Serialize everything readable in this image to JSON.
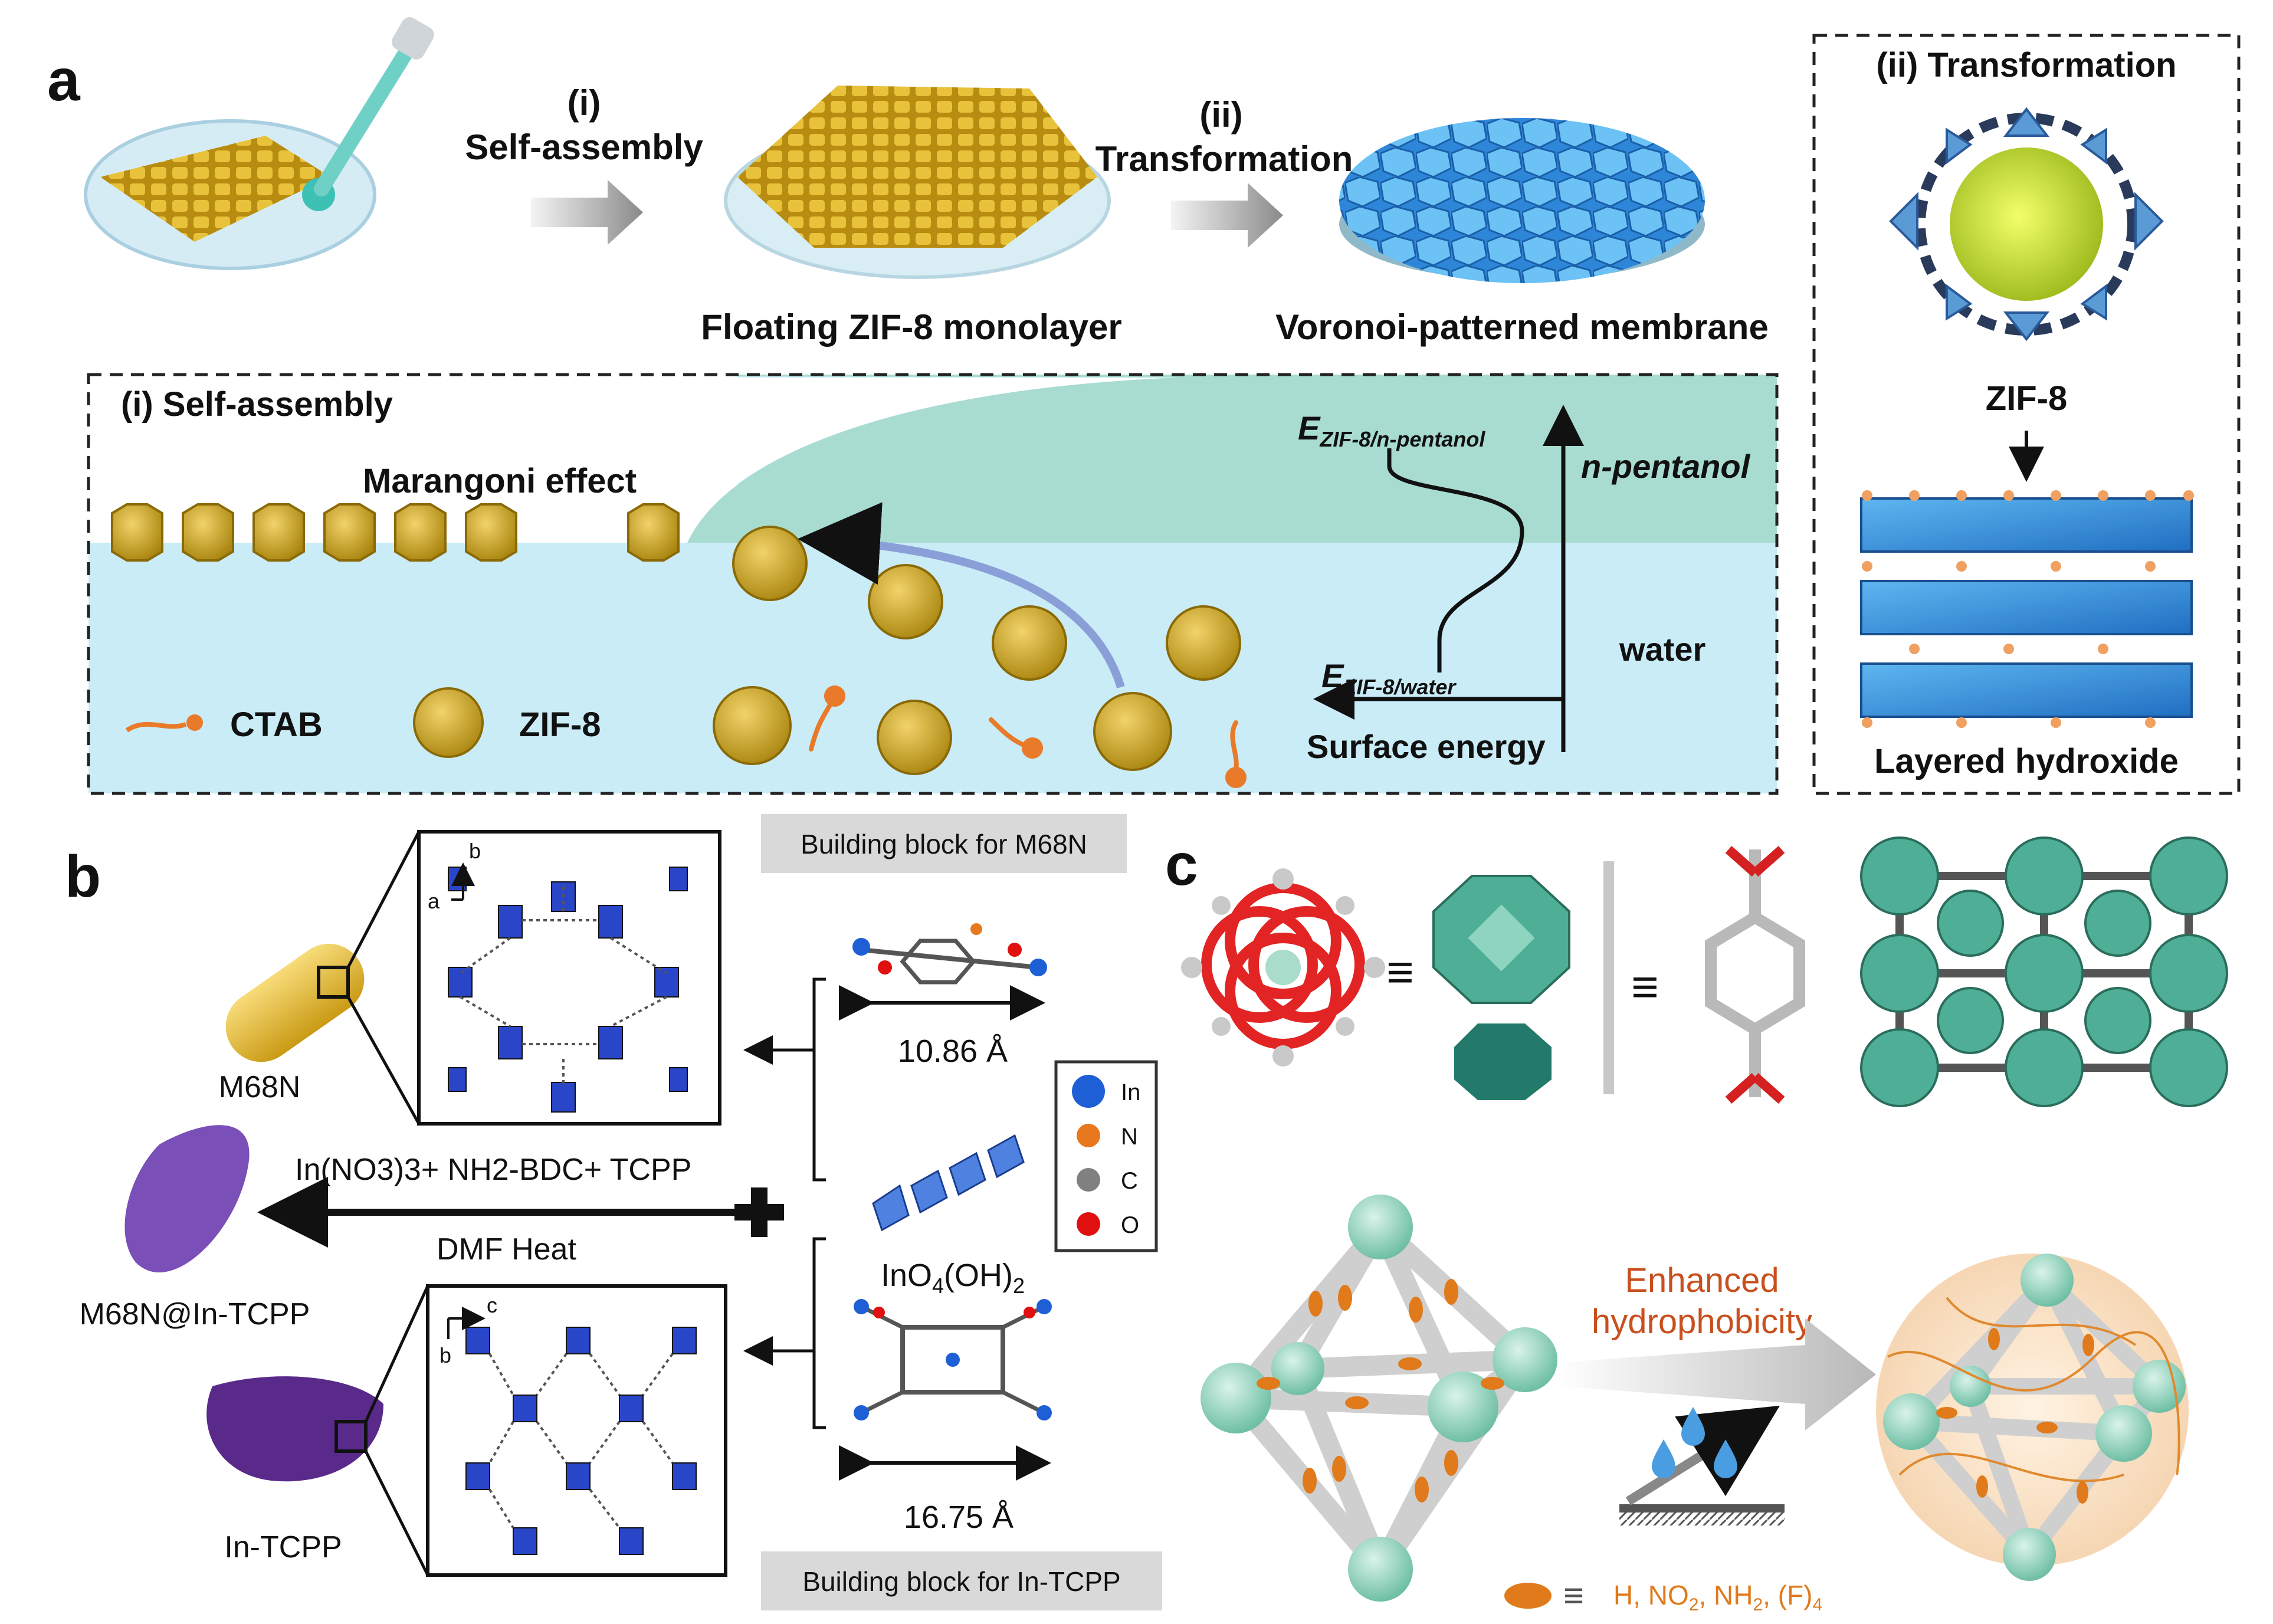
{
  "panel_a": {
    "letter": "a",
    "step1_num": "(i)",
    "step1_label": "Self-assembly",
    "step2_num": "(ii)",
    "step2_label": "Transformation",
    "caption_monolayer": "Floating ZIF-8 monolayer",
    "caption_membrane": "Voronoi-patterned membrane",
    "inset_title": "(i) Self-assembly",
    "marangoni": "Marangoni effect",
    "e_pentanol_main": "E",
    "e_pentanol_sub": "ZIF-8/n-pentanol",
    "e_water_main": "E",
    "e_water_sub": "ZIF-8/water",
    "pentanol_label": "n-pentanol",
    "water_label": "water",
    "surface_energy": "Surface energy",
    "legend_ctab": "CTAB",
    "legend_zif8": "ZIF-8",
    "right_title": "(ii) Transformation",
    "right_zif8": "ZIF-8",
    "right_hydroxide": "Layered hydroxide",
    "colors": {
      "gold": "#d4a017",
      "blue": "#3b82d6",
      "water": "#c9ecf7",
      "pentanol": "#a8dcd0"
    }
  },
  "panel_b": {
    "letter": "b",
    "bb_m68n": "Building block for M68N",
    "bb_intcpp": "Building block for In-TCPP",
    "axis_b1": "b",
    "axis_a1": "a",
    "axis_c2": "c",
    "axis_b2": "b",
    "m68n": "M68N",
    "reagents": "In(NO3)3+ NH2-BDC+ TCPP",
    "conditions": "DMF Heat",
    "composite": "M68N@In-TCPP",
    "intcpp": "In-TCPP",
    "dist1": "10.86 Å",
    "dist2": "16.75 Å",
    "cluster_formula": "InO4(OH)2",
    "legend": [
      {
        "label": "In",
        "color": "#1f5fd6"
      },
      {
        "label": "N",
        "color": "#e8781e"
      },
      {
        "label": "C",
        "color": "#808080"
      },
      {
        "label": "O",
        "color": "#e01010"
      }
    ]
  },
  "panel_c": {
    "letter": "c",
    "enhanced_line1": "Enhanced",
    "enhanced_line2": "hydrophobicity",
    "substituents": "H, NO2, NH2, (F)4",
    "colors": {
      "teal": "#4fae96",
      "orange": "#d2691e",
      "accent": "#c8501e"
    }
  }
}
